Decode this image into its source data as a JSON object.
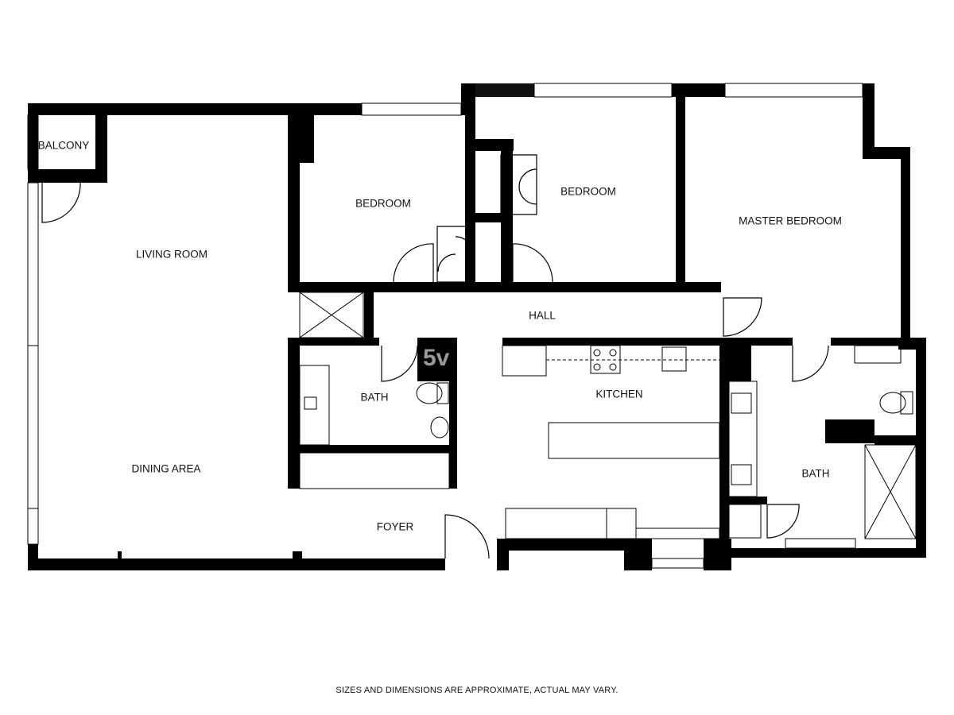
{
  "rooms": {
    "balcony": "BALCONY",
    "living_room": "LIVING ROOM",
    "dining_area": "DINING AREA",
    "bedroom_1": "BEDROOM",
    "bedroom_2": "BEDROOM",
    "master_bedroom": "MASTER BEDROOM",
    "hall": "HALL",
    "bath_1": "BATH",
    "kitchen": "KITCHEN",
    "bath_2": "BATH",
    "foyer": "FOYER"
  },
  "watermark": "5v",
  "footer": "SIZES AND DIMENSIONS ARE APPROXIMATE, ACTUAL MAY VARY.",
  "colors": {
    "wall": "#000000",
    "background": "#ffffff",
    "watermark": "#9a9a9a"
  }
}
